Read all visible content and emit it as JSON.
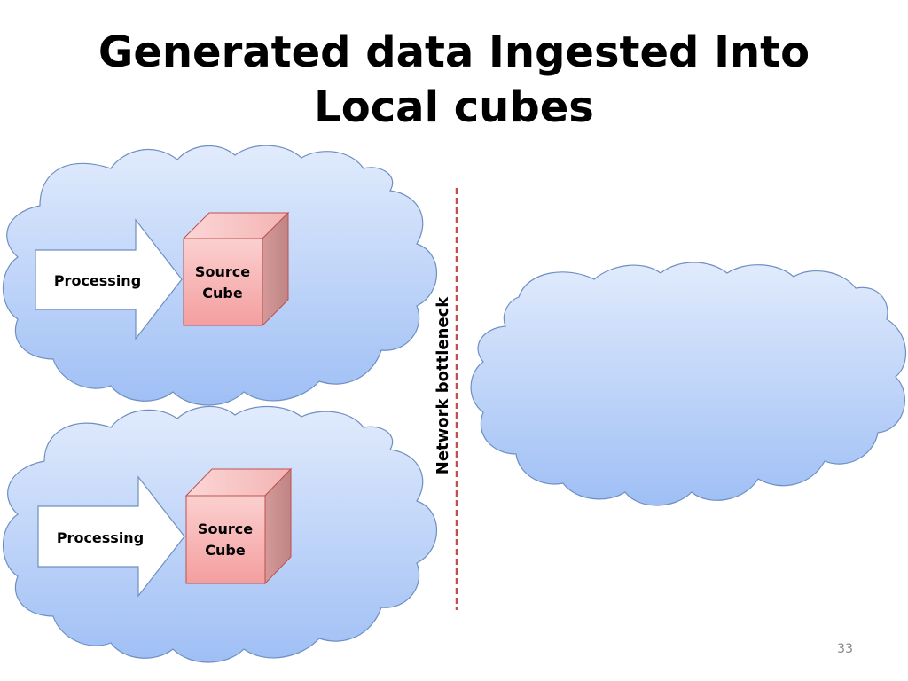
{
  "slide": {
    "title_line1": "Generated data Ingested Into",
    "title_line2": "Local cubes",
    "page_number": "33"
  },
  "diagram": {
    "site_top": {
      "arrow_label": "Processing",
      "cube_line1": "Source",
      "cube_line2": "Cube"
    },
    "site_bottom": {
      "arrow_label": "Processing",
      "cube_line1": "Source",
      "cube_line2": "Cube"
    },
    "divider_label": "Network bottleneck"
  },
  "colors": {
    "cloud_top": "#dce8fb",
    "cloud_bottom": "#a9c6f6",
    "cloud_stroke": "#6f8fc2",
    "cube_front": "#f7b6b6",
    "cube_stroke": "#c0504d",
    "divider": "#c0504d"
  }
}
